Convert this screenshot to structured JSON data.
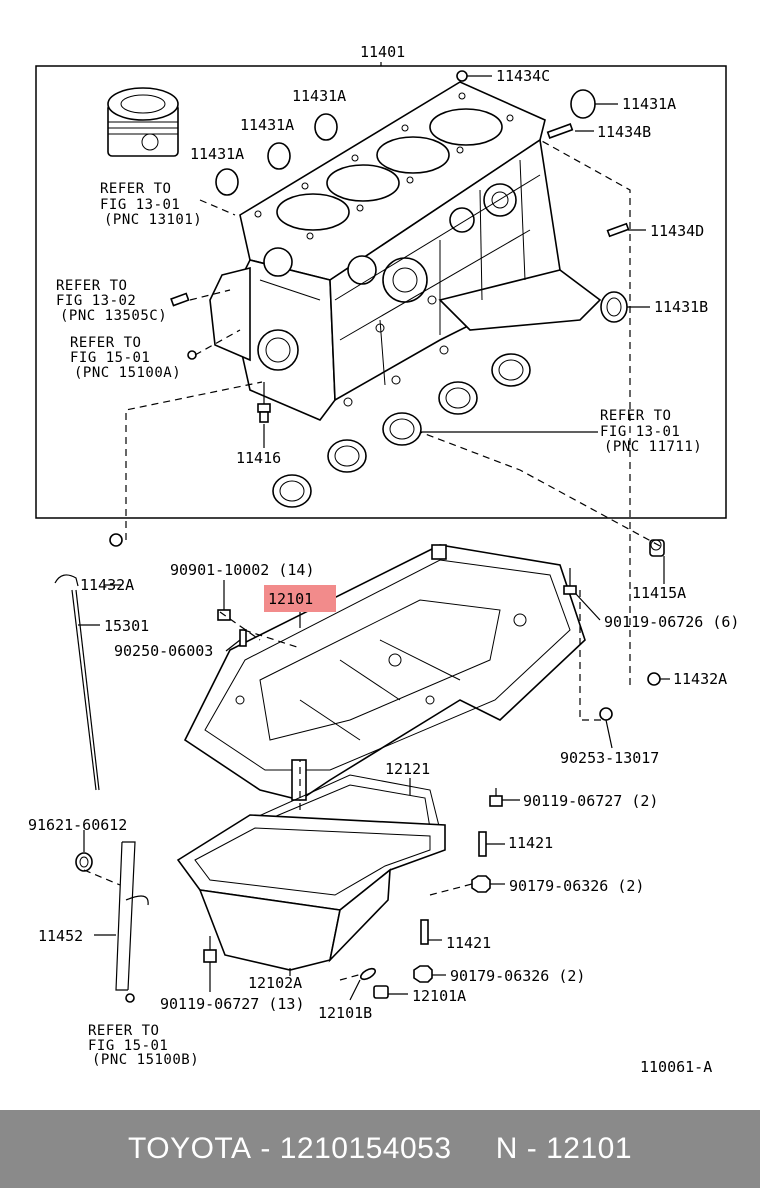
{
  "labels": {
    "l11401": "11401",
    "l11434C": "11434C",
    "l11431A_1": "11431A",
    "l11431A_2": "11431A",
    "l11431A_3": "11431A",
    "l11431A_4": "11431A",
    "l11434B": "11434B",
    "l11434D": "11434D",
    "l11431B": "11431B",
    "l11416": "11416",
    "l11432A_1": "11432A",
    "l11432A_2": "11432A",
    "l11415A": "11415A",
    "l15301": "15301",
    "l90901": "90901-10002 (14)",
    "l12101": "12101",
    "l90250": "90250-06003",
    "l90119_6": "90119-06726 (6)",
    "l90253": "90253-13017",
    "l12121": "12121",
    "l90119_2": "90119-06727 (2)",
    "l91621": "91621-60612",
    "l11421_1": "11421",
    "l90179_1": "90179-06326 (2)",
    "l11452": "11452",
    "l11421_2": "11421",
    "l90179_2": "90179-06326 (2)",
    "l12102A": "12102A",
    "l90119_13": "90119-06727 (13)",
    "l12101B": "12101B",
    "l12101A": "12101A",
    "l110061": "110061-A"
  },
  "refs": {
    "r1": [
      "REFER TO",
      "FIG 13-01",
      "(PNC 13101)"
    ],
    "r2": [
      "REFER TO",
      "FIG 13-02",
      "(PNC 13505C)"
    ],
    "r3": [
      "REFER TO",
      "FIG 15-01",
      "(PNC 15100A)"
    ],
    "r4": [
      "REFER TO",
      "FIG 13-01",
      "(PNC 11711)"
    ],
    "r5": [
      "REFER TO",
      "FIG 15-01",
      "(PNC 15100B)"
    ]
  },
  "highlight_color": "#f28b8b",
  "footer": {
    "brand": "TOYOTA",
    "part_number": "1210154053",
    "pnc_prefix": "N",
    "pnc": "12101"
  }
}
